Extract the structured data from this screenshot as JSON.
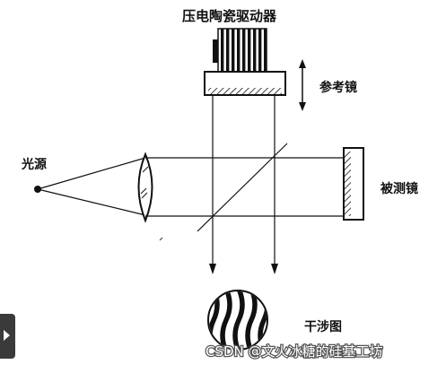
{
  "labels": {
    "driver": "压电陶瓷驱动器",
    "reference_mirror": "参考镜",
    "light_source": "光源",
    "test_mirror": "被测镜",
    "interference_pattern": "干涉图"
  },
  "watermark": {
    "text": "CSDN @文火冰糖的硅基工坊"
  },
  "side_tab": {
    "icon": "chevron-right-icon"
  }
}
